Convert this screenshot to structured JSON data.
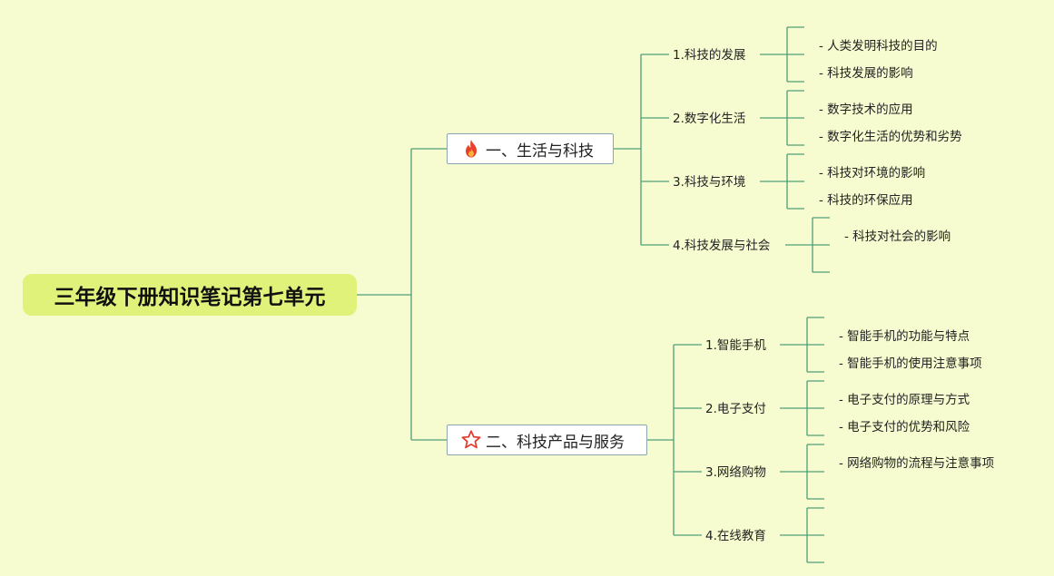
{
  "root": {
    "title": "三年级下册知识笔记第七单元"
  },
  "branches": [
    {
      "label": "一、生活与科技",
      "icon": "flame-icon",
      "topics": [
        {
          "label": "1.科技的发展",
          "leaves": [
            "- 人类发明科技的目的",
            "- 科技发展的影响"
          ]
        },
        {
          "label": "2.数字化生活",
          "leaves": [
            "- 数字技术的应用",
            "- 数字化生活的优势和劣势"
          ]
        },
        {
          "label": "3.科技与环境",
          "leaves": [
            "- 科技对环境的影响",
            "- 科技的环保应用"
          ]
        },
        {
          "label": "4.科技发展与社会",
          "leaves": [
            "- 科技对社会的影响"
          ]
        }
      ]
    },
    {
      "label": "二、科技产品与服务",
      "icon": "star-icon",
      "topics": [
        {
          "label": "1.智能手机",
          "leaves": [
            "- 智能手机的功能与特点",
            "- 智能手机的使用注意事项"
          ]
        },
        {
          "label": "2.电子支付",
          "leaves": [
            "- 电子支付的原理与方式",
            "- 电子支付的优势和风险"
          ]
        },
        {
          "label": "3.网络购物",
          "leaves": [
            "- 网络购物的流程与注意事项"
          ]
        },
        {
          "label": "4.在线教育",
          "leaves": []
        }
      ]
    }
  ],
  "colors": {
    "background": "#f6fccf",
    "root": "#e0f27a",
    "line": "#4f9e79",
    "flame": "#e8402a",
    "star": "#e03a2c"
  }
}
